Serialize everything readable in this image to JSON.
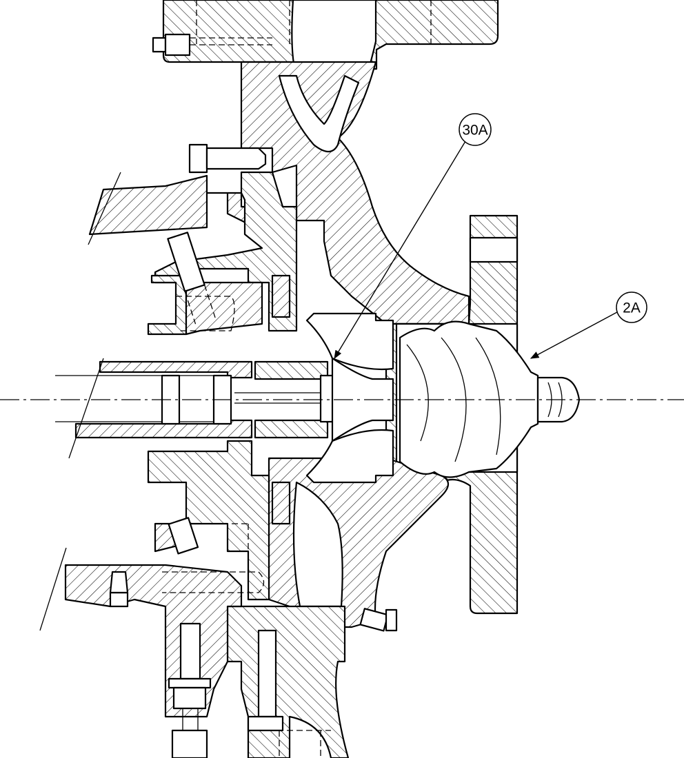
{
  "callouts": [
    {
      "id": "30A",
      "label": "30A"
    },
    {
      "id": "2A",
      "label": "2A"
    }
  ]
}
